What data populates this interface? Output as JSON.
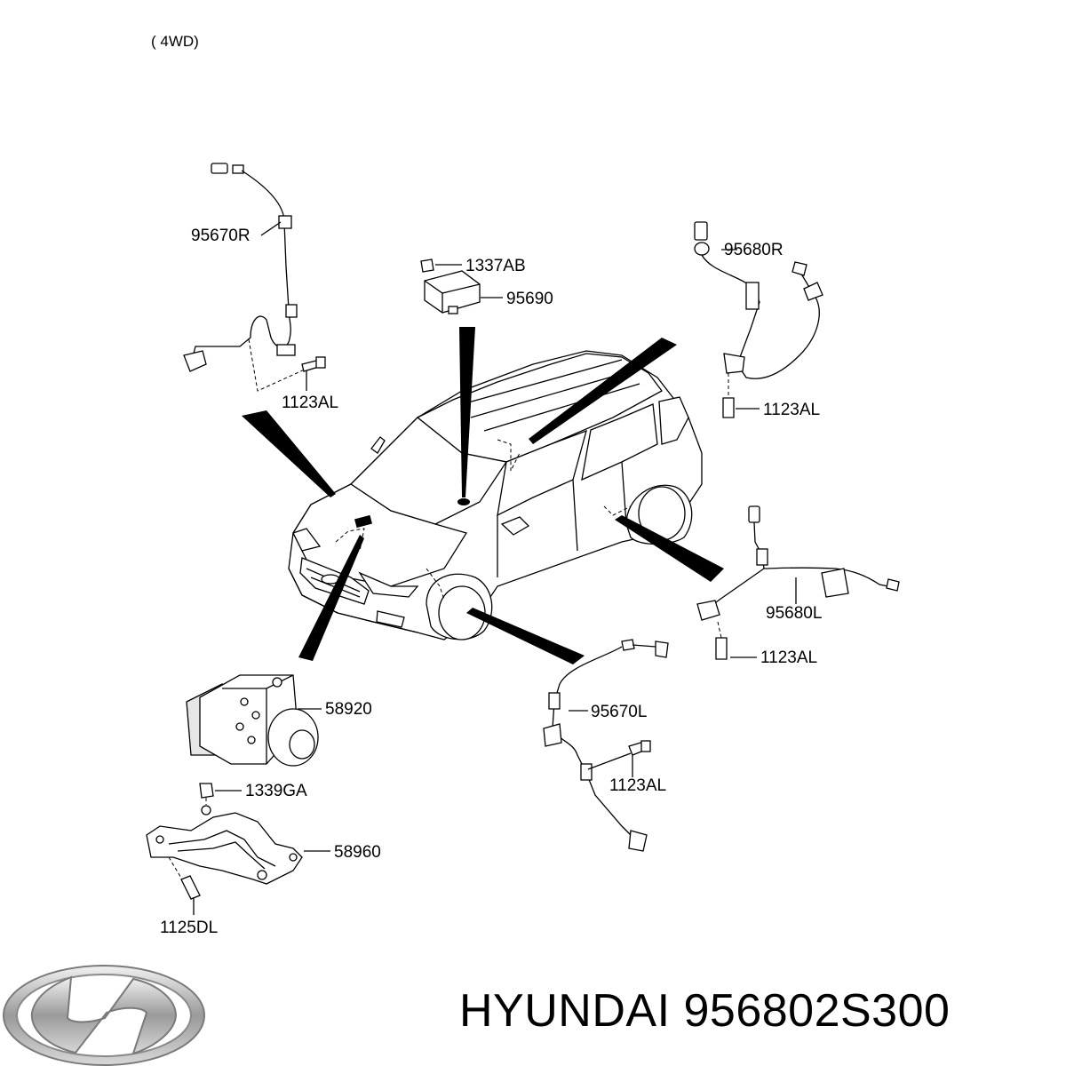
{
  "variant_label": "( 4WD)",
  "callouts": [
    {
      "id": "c95670R",
      "text": "95670R"
    },
    {
      "id": "c1337AB",
      "text": "1337AB"
    },
    {
      "id": "c95690",
      "text": "95690"
    },
    {
      "id": "c95680R",
      "text": "95680R"
    },
    {
      "id": "c1123AL_1",
      "text": "1123AL"
    },
    {
      "id": "c1123AL_2",
      "text": "1123AL"
    },
    {
      "id": "c95680L",
      "text": "95680L"
    },
    {
      "id": "c1123AL_3",
      "text": "1123AL"
    },
    {
      "id": "c58920",
      "text": "58920"
    },
    {
      "id": "c95670L",
      "text": "95670L"
    },
    {
      "id": "c1339GA",
      "text": "1339GA"
    },
    {
      "id": "c1123AL_4",
      "text": "1123AL"
    },
    {
      "id": "c58960",
      "text": "58960"
    },
    {
      "id": "c1125DL",
      "text": "1125DL"
    }
  ],
  "brand": {
    "logo": "hyundai-logo-icon",
    "caption": "HYUNDAI 956802S300"
  }
}
